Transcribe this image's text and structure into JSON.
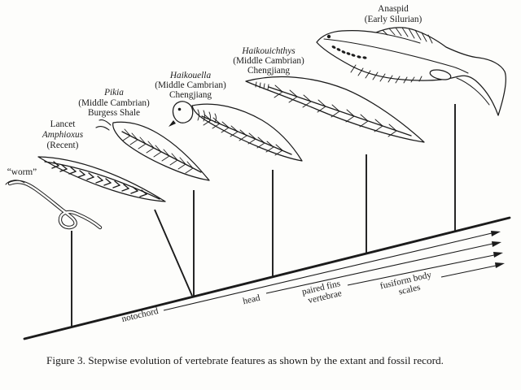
{
  "figure": {
    "caption": "Figure 3. Stepwise evolution of vertebrate features as shown by the extant and fossil record."
  },
  "organisms": [
    {
      "id": "worm",
      "label_lines": [
        "“worm”"
      ]
    },
    {
      "id": "amphioxus",
      "label_lines": [
        "Lancet",
        "Amphioxus",
        "(Recent)"
      ]
    },
    {
      "id": "pikia",
      "label_lines": [
        "Pikia",
        "(Middle Cambrian)",
        "Burgess Shale"
      ]
    },
    {
      "id": "haikouella",
      "label_lines": [
        "Haikouella",
        "(Middle Cambrian)",
        "Chengjiang"
      ]
    },
    {
      "id": "haikouichthys",
      "label_lines": [
        "Haikouichthys",
        "(Middle Cambrian)",
        "Chengjiang"
      ]
    },
    {
      "id": "anaspid",
      "label_lines": [
        "Anaspid",
        "(Early Silurian)"
      ]
    }
  ],
  "timeline_features": [
    {
      "id": "notochord",
      "line1": "notochord",
      "line2": ""
    },
    {
      "id": "head",
      "line1": "head",
      "line2": ""
    },
    {
      "id": "paired-fins",
      "line1": "paired fins",
      "line2": "vertebrae"
    },
    {
      "id": "fusiform",
      "line1": "fusiform body",
      "line2": "scales"
    }
  ],
  "colors": {
    "ink": "#1b1b1b",
    "background": "#fdfdfb"
  }
}
